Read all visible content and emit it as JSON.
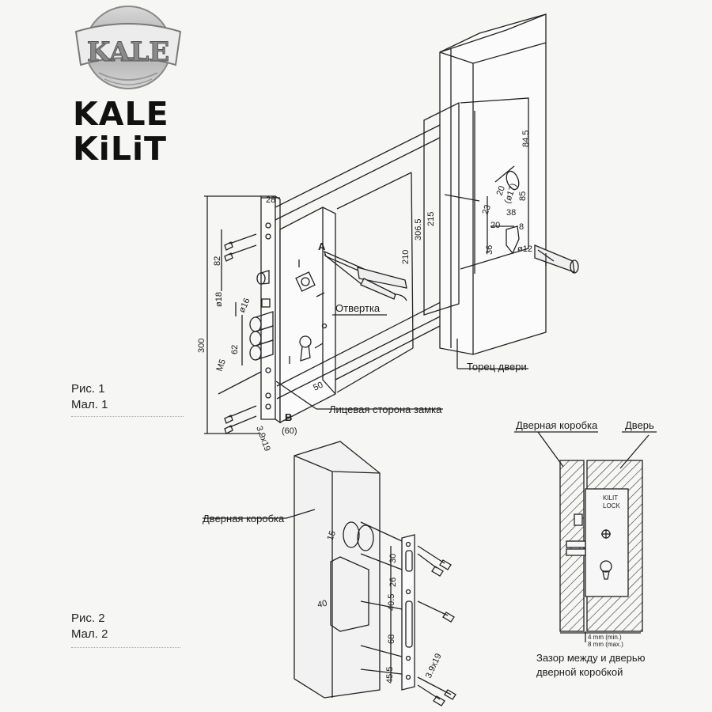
{
  "brand": {
    "logo_text": "KALE",
    "line1": "KALE",
    "line2": "KiLiT"
  },
  "figures": {
    "fig1": {
      "caption_ru": "Рис. 1",
      "caption_uk": "Мал. 1"
    },
    "fig2": {
      "caption_ru": "Рис. 2",
      "caption_uk": "Мал. 2"
    }
  },
  "labels": {
    "screwdriver": "Отвертка",
    "door_edge": "Торец двери",
    "lock_face": "Лицевая сторона замка",
    "door_frame": "Дверная коробка",
    "door_frame_2": "Дверная коробка",
    "door": "Дверь",
    "gap_line1": "Зазор между и дверью",
    "gap_line2": "дверной коробкой",
    "gap_min": "4 mm (min.)",
    "gap_max": "8 mm (max.)",
    "lock_brand_1": "KILIT",
    "lock_brand_2": "LOCK",
    "point_a": "A",
    "point_b": "B"
  },
  "dimensions": {
    "d28": "28",
    "d82": "82",
    "d18": "ø18",
    "d16": "ø16",
    "d62": "62",
    "d300": "300",
    "dM5": "M5",
    "d3919": "3.9x19",
    "d60": "(60)",
    "d50": "50",
    "d210": "210",
    "d3065": "306.5",
    "d215": "215",
    "d845": "84.5",
    "d20a": "20",
    "d17": "(ø17)",
    "d85": "85",
    "d23": "23",
    "d38": "38",
    "d8": "8",
    "d20b": "20",
    "d36": "36",
    "d12": "ø12",
    "d15": "15",
    "d30": "30",
    "d26": "26",
    "d405": "40.5",
    "d40": "40",
    "d68": "68",
    "d455": "45.5",
    "d3919b": "3.9x19"
  }
}
